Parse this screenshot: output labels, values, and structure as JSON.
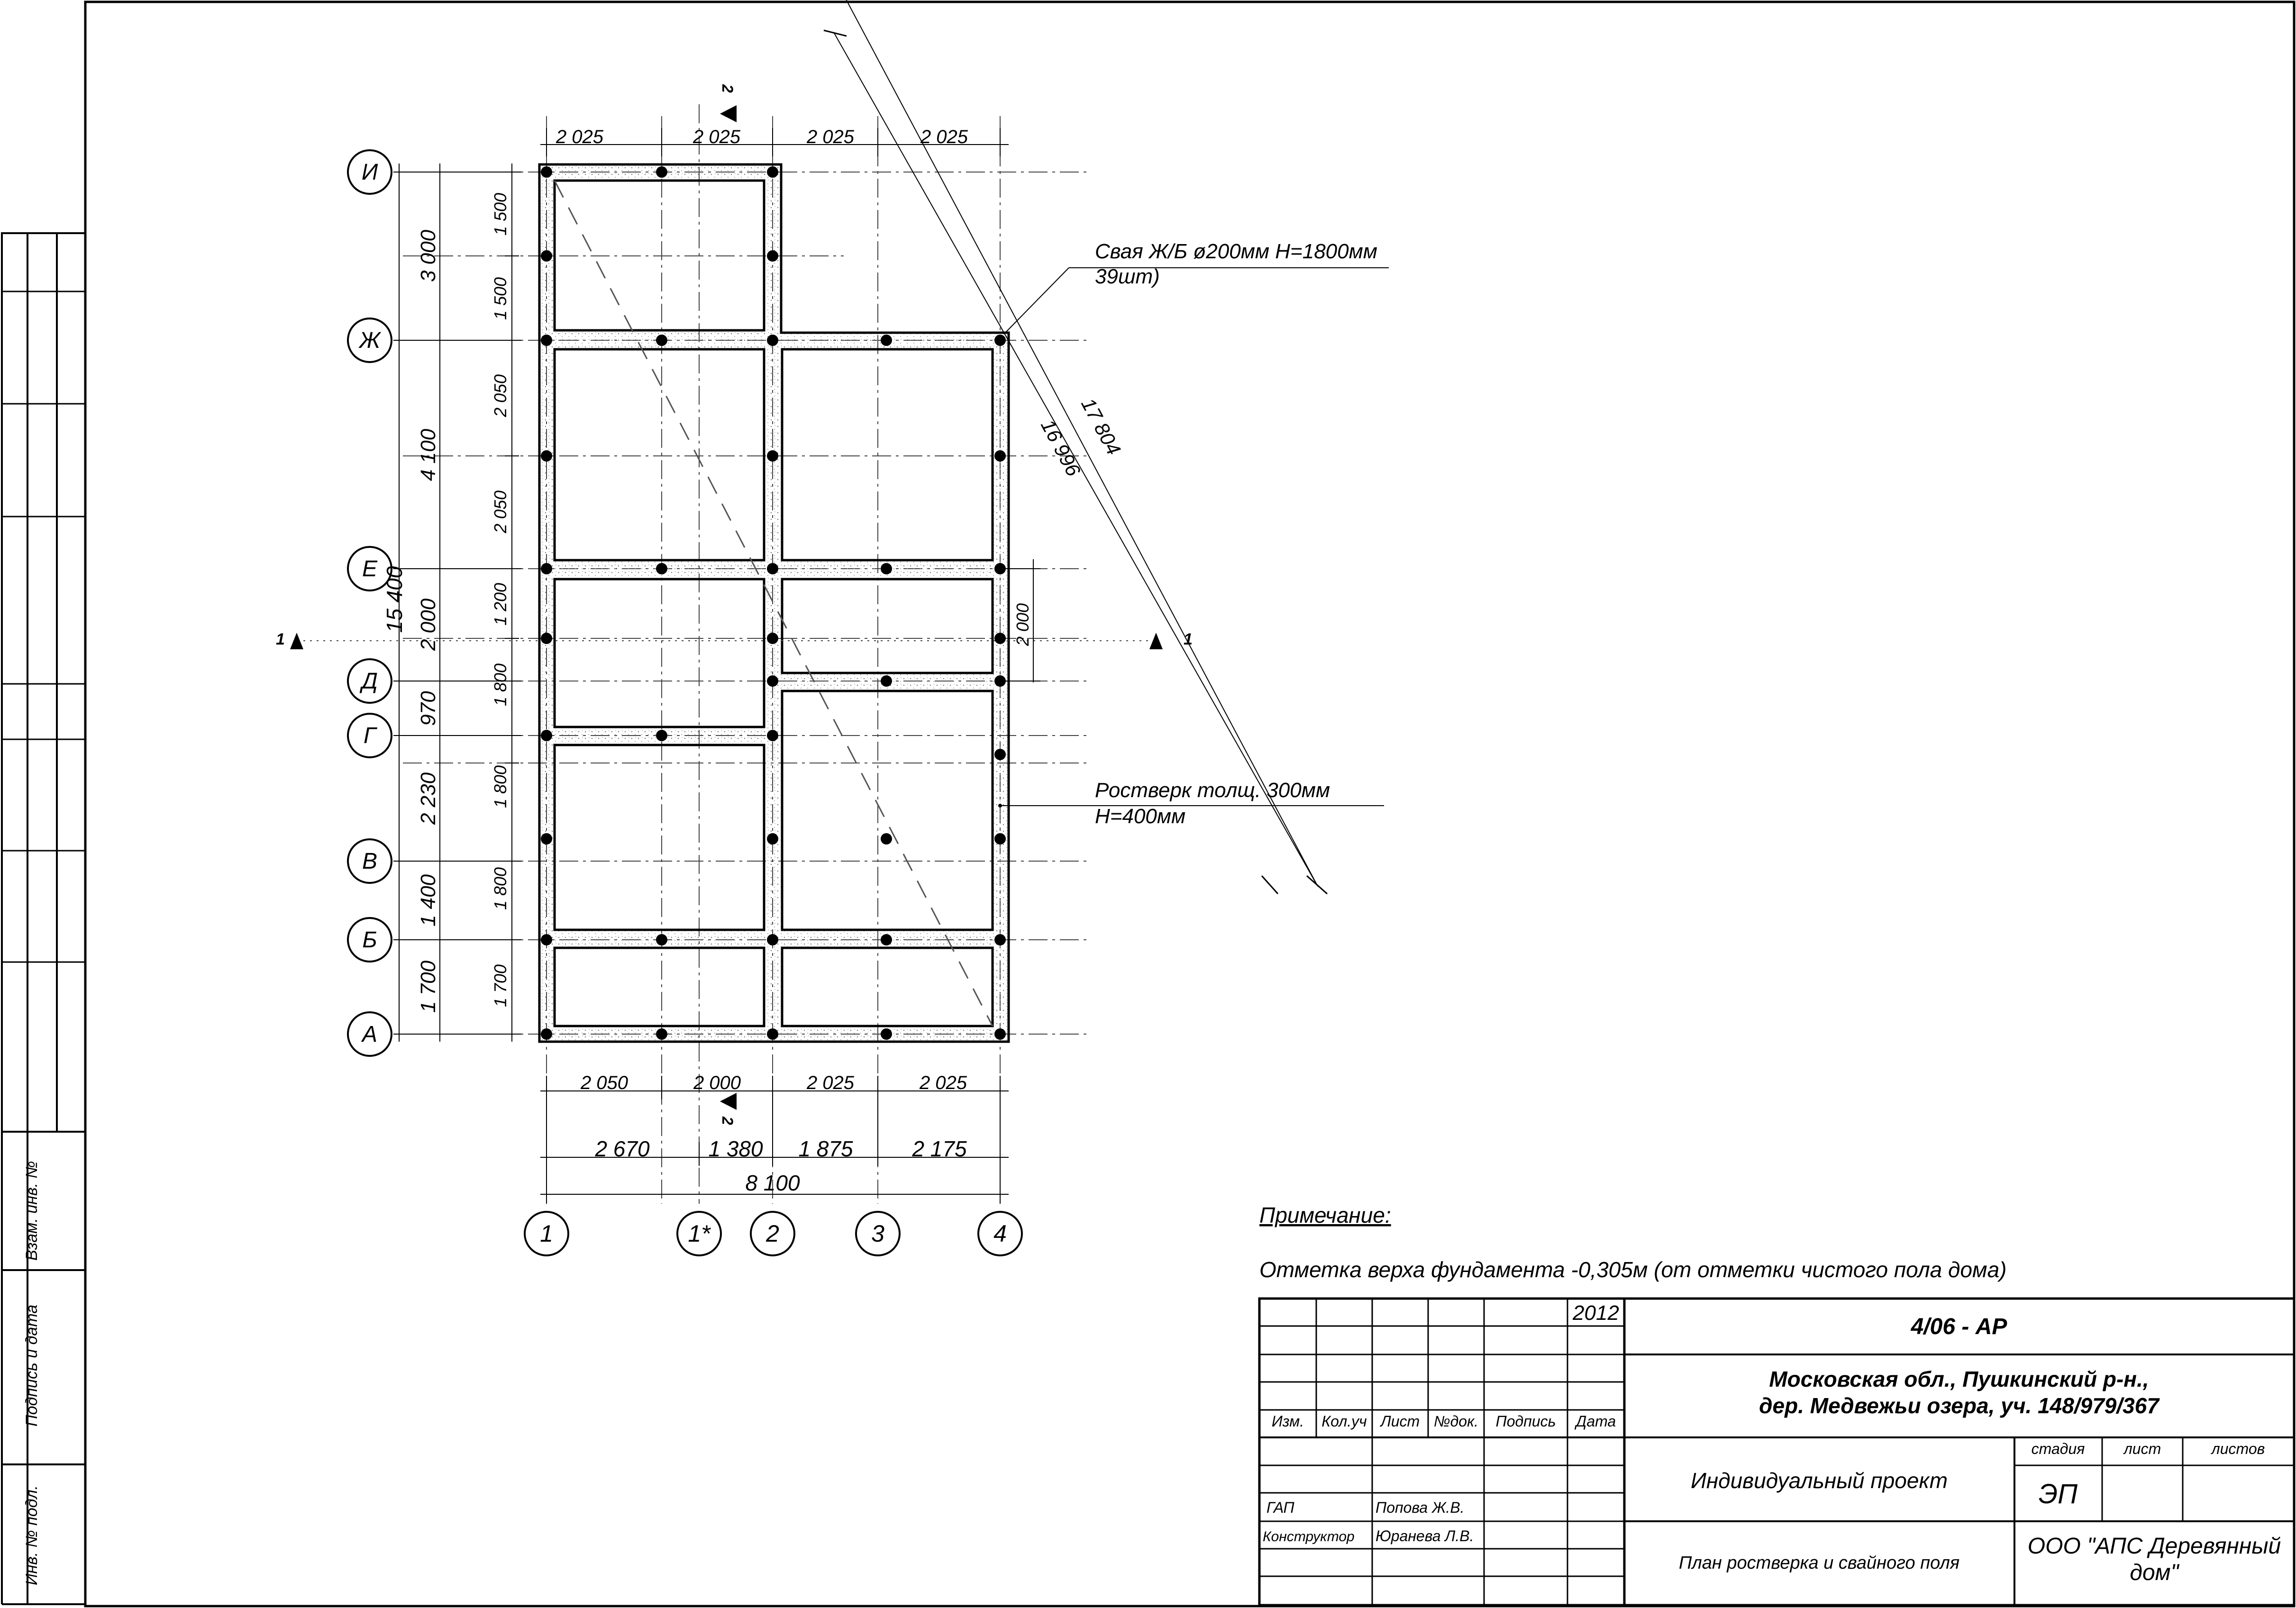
{
  "plan": {
    "grid_rows": [
      "И",
      "Ж",
      "Е",
      "Д",
      "Г",
      "В",
      "Б",
      "А"
    ],
    "grid_cols": [
      "1",
      "1*",
      "2",
      "3",
      "4"
    ],
    "top_dims": [
      "2 025",
      "2 025",
      "2 025",
      "2 025"
    ],
    "bottom_dims_row1": [
      "2 050",
      "2 000",
      "2 025",
      "2 025"
    ],
    "bottom_dims_row2": [
      "2 670",
      "1 380",
      "1 875",
      "2 175"
    ],
    "bottom_total": "8 100",
    "left_dims_outer": [
      "3 000",
      "4 100",
      "2 000",
      "970",
      "2 230",
      "1 400",
      "1 700"
    ],
    "left_dims_inner": [
      "1 500",
      "1 500",
      "2 050",
      "2 050",
      "1 200",
      "1 800",
      "1 800",
      "1 800",
      "1 700"
    ],
    "left_total": "15 400",
    "right_dim": "2 000",
    "diag_outer": "17 804",
    "diag_inner": "16 996",
    "section_1": "1",
    "section_2": "2",
    "callout_pile_line1": "Свая Ж/Б ø200мм Н=1800мм",
    "callout_pile_line2": "39шт)",
    "callout_grillage_line1": "Ростверк толщ. 300мм",
    "callout_grillage_line2": "Н=400мм"
  },
  "notes": {
    "heading": "Примечание:",
    "text": "Отметка верха фундамента -0,305м (от отметки чистого пола дома)"
  },
  "stamp": {
    "year": "2012",
    "code": "4/06 - АР",
    "address_line1": "Московская обл.,  Пушкинский р-н.,",
    "address_line2": "дер. Медвежьи озера, уч. 148/979/367",
    "col_izm": "Изм.",
    "col_kolych": "Кол.уч",
    "col_list": "Лист",
    "col_ndok": "№док.",
    "col_podpis": "Подпись",
    "col_data": "Дата",
    "project": "Индивидуальный проект",
    "stage_label": "стадия",
    "sheet_label": "лист",
    "sheets_label": "листов",
    "stage": "ЭП",
    "role_gap": "ГАП",
    "name_gap": "Попова Ж.В.",
    "role_constructor": "Конструктор",
    "name_constructor": "Юранева Л.В.",
    "drawing_title": "План  ростверка и свайного поля",
    "company_line1": "ООО \"АПС Деревянный",
    "company_line2": "дом\""
  },
  "side_stamp": {
    "vzam": "Взам. инв. №",
    "podpis": "Подпись и дата",
    "inv": "Инв. № подл."
  }
}
